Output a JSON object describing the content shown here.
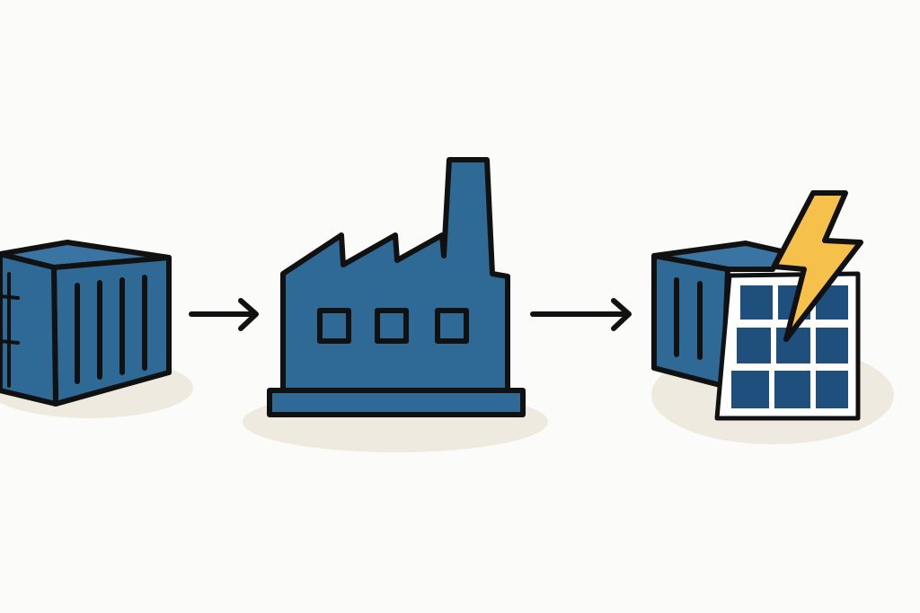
{
  "diagram": {
    "steps": [
      "shipping-container",
      "factory",
      "container-with-solar-panel-and-lightning"
    ],
    "connectors": [
      "arrow-right",
      "arrow-right"
    ],
    "colors": {
      "background": "#fbfbf9",
      "blue": "#2f6a97",
      "panel_cell": "#1f4f7d",
      "outline": "#111111",
      "bolt": "#f6c14b",
      "shadow": "#eeeae0"
    }
  }
}
